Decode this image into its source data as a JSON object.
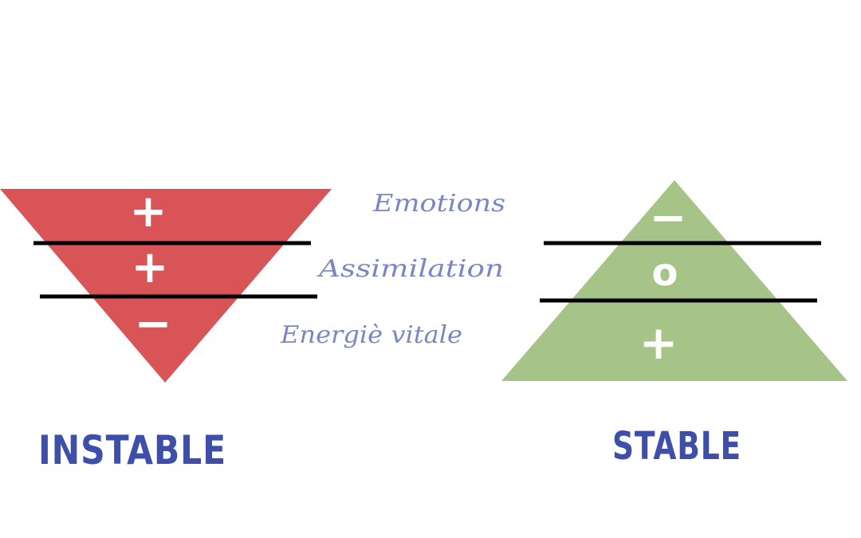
{
  "colors": {
    "unstable_fill": "#d95456",
    "stable_fill": "#a6c487",
    "divider": "#000000",
    "sign": "#ffffff",
    "label": "#3d4fa8",
    "level_text": "#7b86c4"
  },
  "unstable": {
    "label": "INSTABLE",
    "signs": [
      "+",
      "+",
      "−"
    ]
  },
  "stable": {
    "label": "STABLE",
    "signs": [
      "−",
      "o",
      "+"
    ]
  },
  "levels": [
    "Emotions",
    "Assimilation",
    "Energiè vitale"
  ]
}
